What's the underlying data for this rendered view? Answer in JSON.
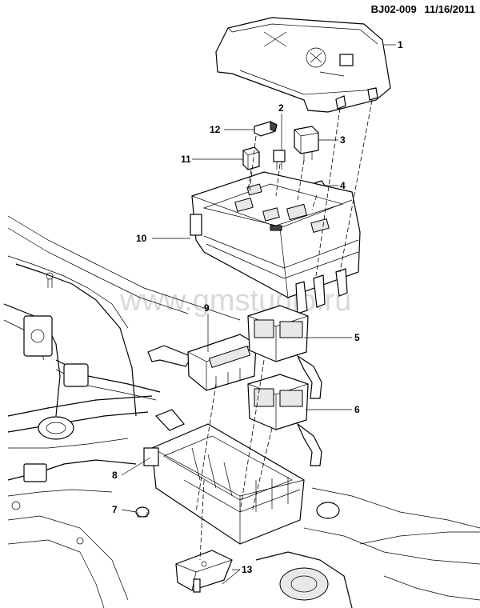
{
  "header": {
    "code": "BJ02-009",
    "date": "11/16/2011"
  },
  "watermark": "www.gmstudio.ru",
  "callouts": [
    {
      "id": "c1",
      "label": "1"
    },
    {
      "id": "c2",
      "label": "2"
    },
    {
      "id": "c3",
      "label": "3"
    },
    {
      "id": "c4",
      "label": "4"
    },
    {
      "id": "c5",
      "label": "5"
    },
    {
      "id": "c6",
      "label": "6"
    },
    {
      "id": "c7",
      "label": "7"
    },
    {
      "id": "c8",
      "label": "8"
    },
    {
      "id": "c9",
      "label": "9"
    },
    {
      "id": "c10",
      "label": "10"
    },
    {
      "id": "c11",
      "label": "11"
    },
    {
      "id": "c12",
      "label": "12"
    },
    {
      "id": "c13",
      "label": "13"
    }
  ]
}
